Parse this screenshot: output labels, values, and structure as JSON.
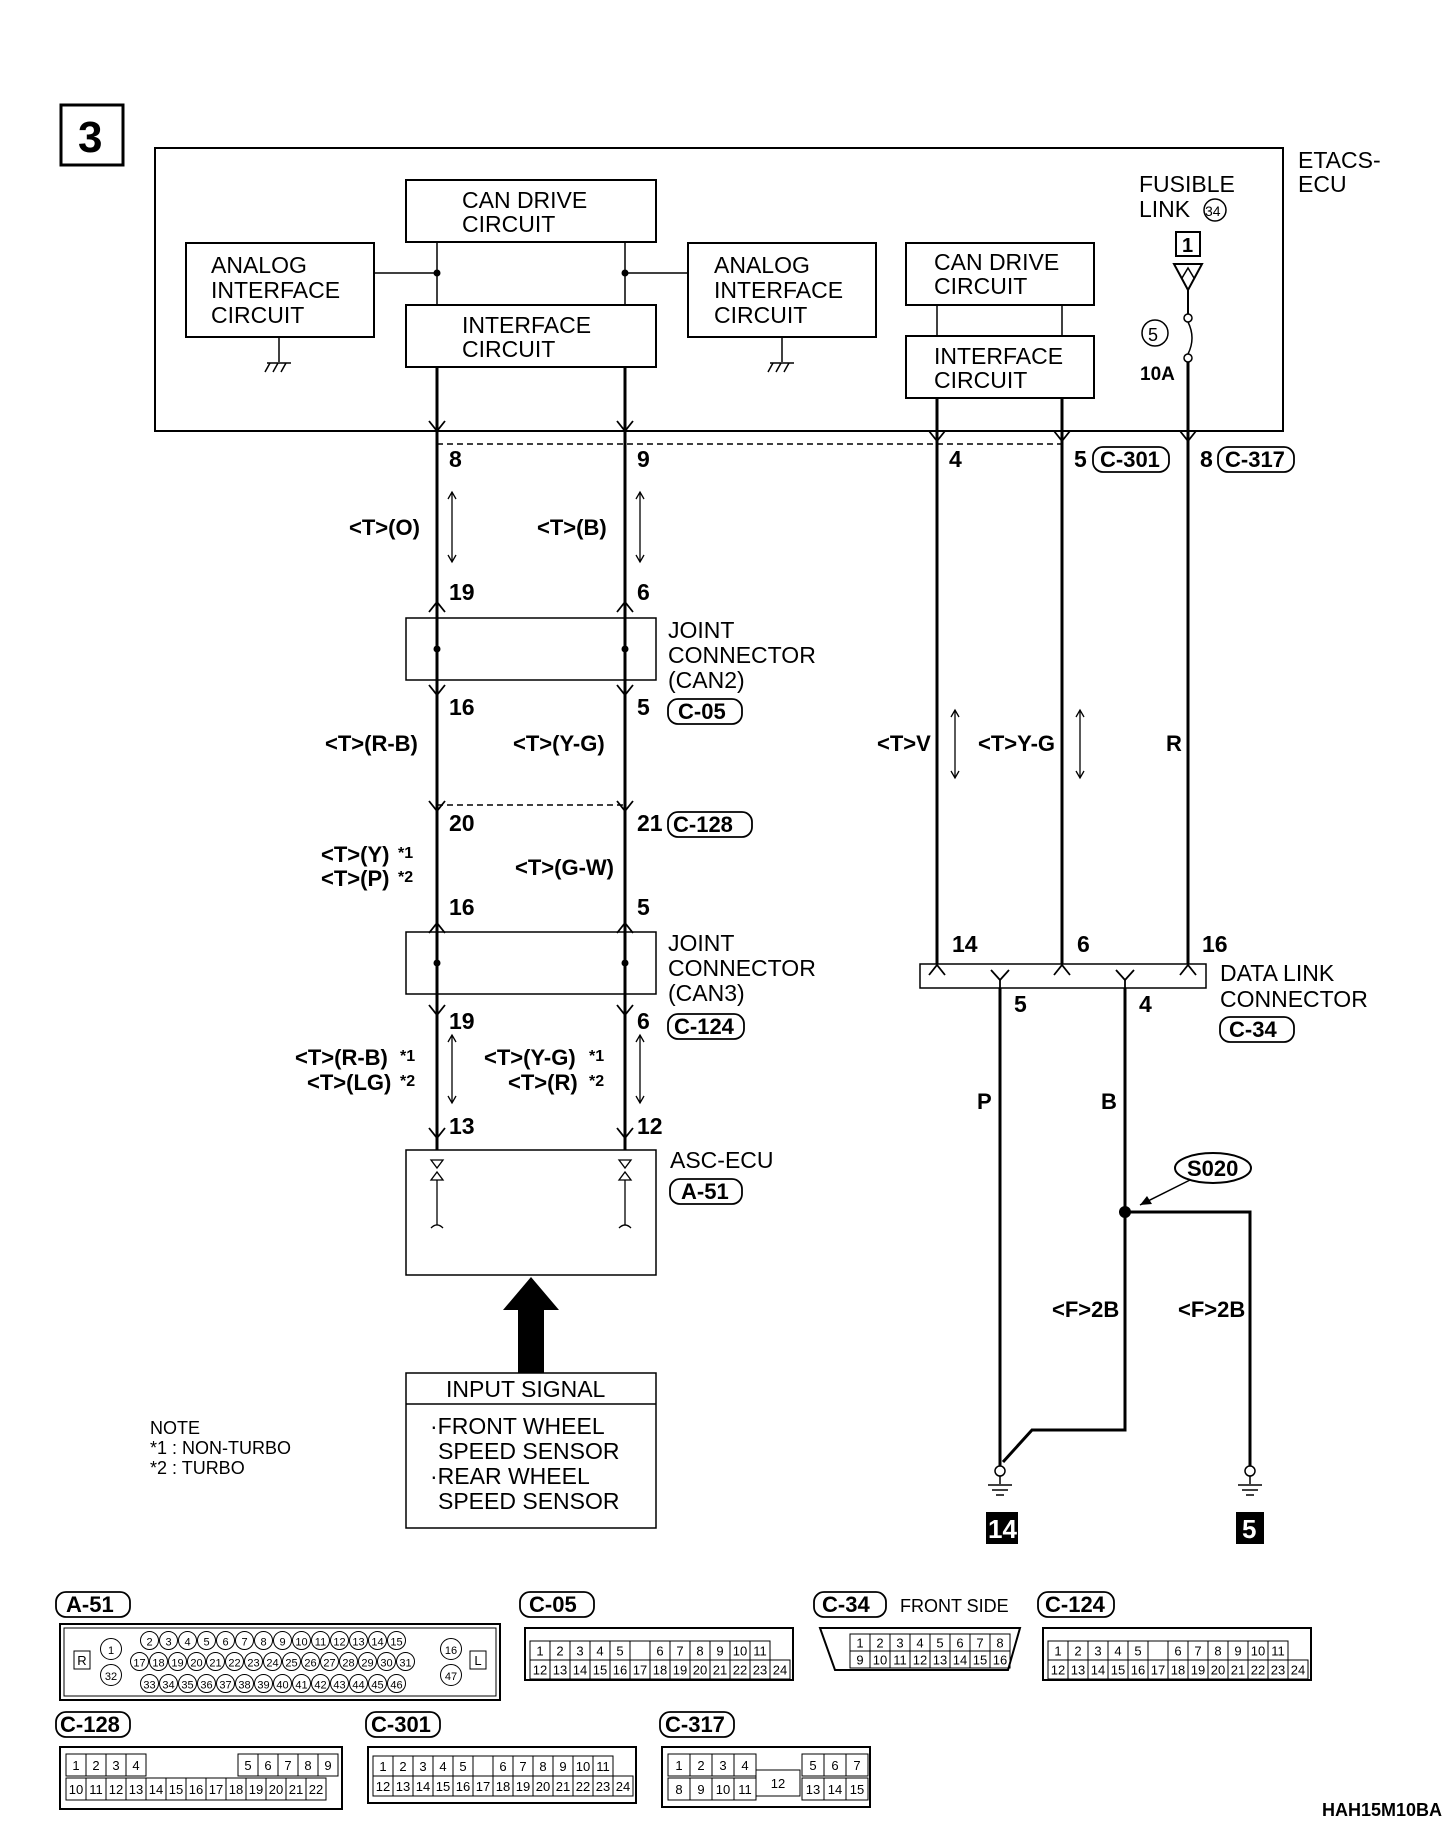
{
  "page_number": "3",
  "etacs_label": [
    "ETACS-",
    "ECU"
  ],
  "fusible_link": {
    "label": [
      "FUSIBLE",
      "LINK"
    ],
    "number": "34",
    "box": "1",
    "fuse_no": "5",
    "rating": "10A"
  },
  "blocks": {
    "can_drive_1": [
      "CAN DRIVE",
      "CIRCUIT"
    ],
    "analog_left": [
      "ANALOG",
      "INTERFACE",
      "CIRCUIT"
    ],
    "interface_1": [
      "INTERFACE",
      "CIRCUIT"
    ],
    "analog_right": [
      "ANALOG",
      "INTERFACE",
      "CIRCUIT"
    ],
    "can_drive_2": [
      "CAN DRIVE",
      "CIRCUIT"
    ],
    "interface_2": [
      "INTERFACE",
      "CIRCUIT"
    ]
  },
  "pins": {
    "etacs_8": "8",
    "etacs_9": "9",
    "etacs_4": "4",
    "etacs_5": "5",
    "etacs_8b": "8",
    "jc2_19": "19",
    "jc2_6": "6",
    "jc2_16": "16",
    "jc2_5": "5",
    "c128_20": "20",
    "c128_21": "21",
    "jc3_16": "16",
    "jc3_5": "5",
    "jc3_19": "19",
    "jc3_6": "6",
    "asc_13": "13",
    "asc_12": "12",
    "dlc_14": "14",
    "dlc_6": "6",
    "dlc_16": "16",
    "dlc_5": "5",
    "dlc_4": "4"
  },
  "connector_refs": {
    "c301": "C-301",
    "c317": "C-317",
    "c05": "C-05",
    "c128": "C-128",
    "c124": "C-124",
    "a51": "A-51",
    "c34": "C-34"
  },
  "wire_colors": {
    "w1": "<T>(O)",
    "w2": "<T>(B)",
    "w3": "<T>(R-B)",
    "w4": "<T>(Y-G)",
    "w5a": "<T>(Y)",
    "w5b": "<T>(P)",
    "w6": "<T>(G-W)",
    "w7a": "<T>(R-B)",
    "w7b": "<T>(LG)",
    "w8a": "<T>(Y-G)",
    "w8b": "<T>(R)",
    "w9": "<T>V",
    "w10": "<T>Y-G",
    "w11": "R",
    "w12": "P",
    "w13": "B",
    "w14": "<F>2B",
    "w15": "<F>2B"
  },
  "marks": {
    "star1": "*1",
    "star2": "*2"
  },
  "joint_can2": [
    "JOINT",
    "CONNECTOR",
    "(CAN2)"
  ],
  "joint_can3": [
    "JOINT",
    "CONNECTOR",
    "(CAN3)"
  ],
  "asc_ecu": "ASC-ECU",
  "data_link": [
    "DATA LINK",
    "CONNECTOR"
  ],
  "splice": "S020",
  "ground_left": "14",
  "ground_right": "5",
  "input_signal": {
    "title": "INPUT SIGNAL",
    "lines": [
      "·FRONT WHEEL",
      "SPEED SENSOR",
      "·REAR WHEEL",
      "SPEED SENSOR"
    ]
  },
  "note": {
    "title": "NOTE",
    "n1": "*1 : NON-TURBO",
    "n2": "*2 : TURBO"
  },
  "front_side": "FRONT SIDE",
  "diagram_code": "HAH15M10BA",
  "connector_views": {
    "a51": {
      "row1": [
        "2",
        "3",
        "4",
        "5",
        "6",
        "7",
        "8",
        "9",
        "10",
        "11",
        "12",
        "13",
        "14",
        "15"
      ],
      "row2": [
        "17",
        "18",
        "19",
        "20",
        "21",
        "22",
        "23",
        "24",
        "25",
        "26",
        "27",
        "28",
        "29",
        "30",
        "31"
      ],
      "row3": [
        "33",
        "34",
        "35",
        "36",
        "37",
        "38",
        "39",
        "40",
        "41",
        "42",
        "43",
        "44",
        "45",
        "46"
      ],
      "left": [
        "1",
        "32"
      ],
      "right": [
        "16",
        "47"
      ],
      "r": "R",
      "l": "L"
    },
    "c05": {
      "row1": [
        "1",
        "2",
        "3",
        "4",
        "5",
        "",
        "6",
        "7",
        "8",
        "9",
        "10",
        "11"
      ],
      "row2": [
        "12",
        "13",
        "14",
        "15",
        "16",
        "17",
        "18",
        "19",
        "20",
        "21",
        "22",
        "23",
        "24"
      ]
    },
    "c34": {
      "row1": [
        "1",
        "2",
        "3",
        "4",
        "5",
        "6",
        "7",
        "8"
      ],
      "row2": [
        "9",
        "10",
        "11",
        "12",
        "13",
        "14",
        "15",
        "16"
      ]
    },
    "c124": {
      "row1": [
        "1",
        "2",
        "3",
        "4",
        "5",
        "",
        "6",
        "7",
        "8",
        "9",
        "10",
        "11"
      ],
      "row2": [
        "12",
        "13",
        "14",
        "15",
        "16",
        "17",
        "18",
        "19",
        "20",
        "21",
        "22",
        "23",
        "24"
      ]
    },
    "c128": {
      "row1": [
        "1",
        "2",
        "3",
        "4",
        "5",
        "6",
        "7",
        "8",
        "9"
      ],
      "row2": [
        "10",
        "11",
        "12",
        "13",
        "14",
        "15",
        "16",
        "17",
        "18",
        "19",
        "20",
        "21",
        "22"
      ]
    },
    "c301": {
      "row1": [
        "1",
        "2",
        "3",
        "4",
        "5",
        "",
        "6",
        "7",
        "8",
        "9",
        "10",
        "11"
      ],
      "row2": [
        "12",
        "13",
        "14",
        "15",
        "16",
        "17",
        "18",
        "19",
        "20",
        "21",
        "22",
        "23",
        "24"
      ]
    },
    "c317": {
      "row1": [
        "1",
        "2",
        "3",
        "4",
        "5",
        "6",
        "7"
      ],
      "row2": [
        "8",
        "9",
        "10",
        "11",
        "12",
        "13",
        "14",
        "15"
      ]
    }
  }
}
